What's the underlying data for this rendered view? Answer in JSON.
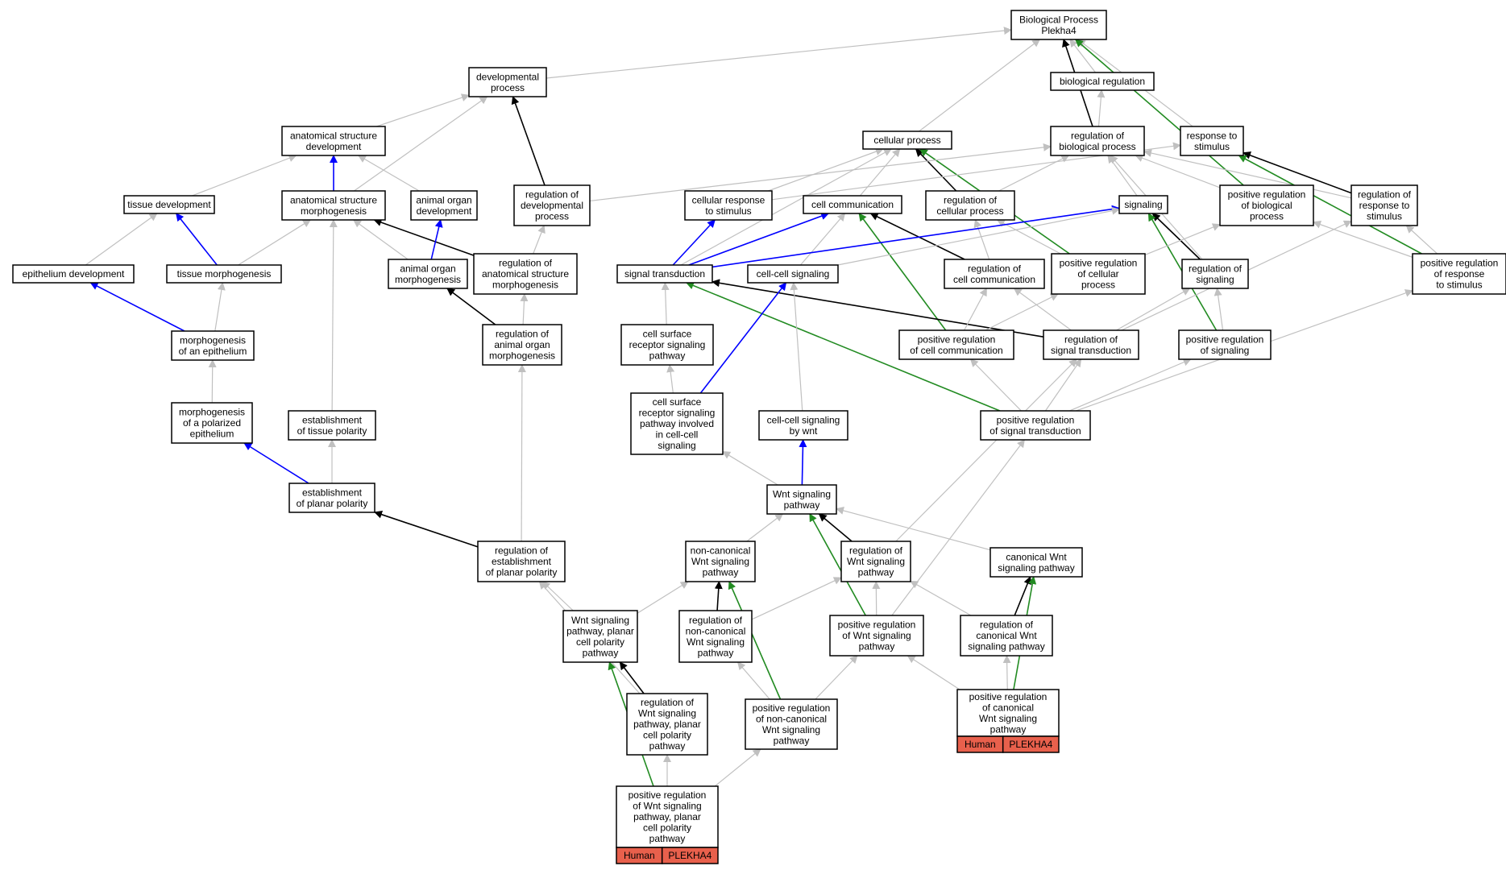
{
  "colors": {
    "gray": "#c0c0c0",
    "black": "#000000",
    "blue": "#0000ff",
    "green": "#228b22",
    "annotation": "#e8604c"
  },
  "nodes": [
    {
      "id": "bp",
      "lines": [
        "Biological Process",
        "Plekha4"
      ]
    },
    {
      "id": "devproc",
      "lines": [
        "developmental",
        "process"
      ]
    },
    {
      "id": "bioreg",
      "lines": [
        "biological regulation"
      ]
    },
    {
      "id": "asd",
      "lines": [
        "anatomical structure",
        "development"
      ]
    },
    {
      "id": "cellproc",
      "lines": [
        "cellular process"
      ]
    },
    {
      "id": "regbp",
      "lines": [
        "regulation of",
        "biological process"
      ]
    },
    {
      "id": "resp",
      "lines": [
        "response to",
        "stimulus"
      ]
    },
    {
      "id": "tisdev",
      "lines": [
        "tissue development"
      ]
    },
    {
      "id": "asm",
      "lines": [
        "anatomical structure",
        "morphogenesis"
      ]
    },
    {
      "id": "aod",
      "lines": [
        "animal organ",
        "development"
      ]
    },
    {
      "id": "regdev",
      "lines": [
        "regulation of",
        "developmental",
        "process"
      ]
    },
    {
      "id": "cellresp",
      "lines": [
        "cellular response",
        "to stimulus"
      ]
    },
    {
      "id": "cellcomm",
      "lines": [
        "cell communication"
      ]
    },
    {
      "id": "regcp",
      "lines": [
        "regulation of",
        "cellular process"
      ]
    },
    {
      "id": "signaling",
      "lines": [
        "signaling"
      ]
    },
    {
      "id": "posregbp",
      "lines": [
        "positive regulation",
        "of biological",
        "process"
      ]
    },
    {
      "id": "regresp",
      "lines": [
        "regulation of",
        "response to",
        "stimulus"
      ]
    },
    {
      "id": "epidev",
      "lines": [
        "epithelium development"
      ]
    },
    {
      "id": "tismorph",
      "lines": [
        "tissue morphogenesis"
      ]
    },
    {
      "id": "aom",
      "lines": [
        "animal organ",
        "morphogenesis"
      ]
    },
    {
      "id": "regasm",
      "lines": [
        "regulation of",
        "anatomical structure",
        "morphogenesis"
      ]
    },
    {
      "id": "sigtrans",
      "lines": [
        "signal transduction"
      ]
    },
    {
      "id": "ccsig",
      "lines": [
        "cell-cell signaling"
      ]
    },
    {
      "id": "regcc",
      "lines": [
        "regulation of",
        "cell communication"
      ]
    },
    {
      "id": "posregcp",
      "lines": [
        "positive regulation",
        "of cellular",
        "process"
      ]
    },
    {
      "id": "regsig",
      "lines": [
        "regulation of",
        "signaling"
      ]
    },
    {
      "id": "posregresp",
      "lines": [
        "positive regulation",
        "of response",
        "to stimulus"
      ]
    },
    {
      "id": "morphepi",
      "lines": [
        "morphogenesis",
        "of an epithelium"
      ]
    },
    {
      "id": "regaom",
      "lines": [
        "regulation of",
        "animal organ",
        "morphogenesis"
      ]
    },
    {
      "id": "csrsp",
      "lines": [
        "cell surface",
        "receptor signaling",
        "pathway"
      ]
    },
    {
      "id": "posregcc",
      "lines": [
        "positive regulation",
        "of cell communication"
      ]
    },
    {
      "id": "regst",
      "lines": [
        "regulation of",
        "signal transduction"
      ]
    },
    {
      "id": "posregsig",
      "lines": [
        "positive regulation",
        "of signaling"
      ]
    },
    {
      "id": "morphpol",
      "lines": [
        "morphogenesis",
        "of a polarized",
        "epithelium"
      ]
    },
    {
      "id": "esttis",
      "lines": [
        "establishment",
        "of tissue polarity"
      ]
    },
    {
      "id": "csrspcc",
      "lines": [
        "cell surface",
        "receptor signaling",
        "pathway involved",
        "in cell-cell",
        "signaling"
      ]
    },
    {
      "id": "ccwnt",
      "lines": [
        "cell-cell signaling",
        "by wnt"
      ]
    },
    {
      "id": "posregst",
      "lines": [
        "positive regulation",
        "of signal transduction"
      ]
    },
    {
      "id": "estplan",
      "lines": [
        "establishment",
        "of planar polarity"
      ]
    },
    {
      "id": "wnt",
      "lines": [
        "Wnt signaling",
        "pathway"
      ]
    },
    {
      "id": "regestplan",
      "lines": [
        "regulation of",
        "establishment",
        "of planar polarity"
      ]
    },
    {
      "id": "noncan",
      "lines": [
        "non-canonical",
        "Wnt signaling",
        "pathway"
      ]
    },
    {
      "id": "regwnt",
      "lines": [
        "regulation of",
        "Wnt signaling",
        "pathway"
      ]
    },
    {
      "id": "canwnt",
      "lines": [
        "canonical Wnt",
        "signaling pathway"
      ]
    },
    {
      "id": "wntpcp",
      "lines": [
        "Wnt signaling",
        "pathway, planar",
        "cell polarity",
        "pathway"
      ]
    },
    {
      "id": "regnoncan",
      "lines": [
        "regulation of",
        "non-canonical",
        "Wnt signaling",
        "pathway"
      ]
    },
    {
      "id": "posregwnt",
      "lines": [
        "positive regulation",
        "of Wnt signaling",
        "pathway"
      ]
    },
    {
      "id": "regcan",
      "lines": [
        "regulation of",
        "canonical Wnt",
        "signaling pathway"
      ]
    },
    {
      "id": "regwntpcp",
      "lines": [
        "regulation of",
        "Wnt signaling",
        "pathway, planar",
        "cell polarity",
        "pathway"
      ]
    },
    {
      "id": "posregnoncan",
      "lines": [
        "positive regulation",
        "of non-canonical",
        "Wnt signaling",
        "pathway"
      ]
    },
    {
      "id": "posregcan",
      "lines": [
        "positive regulation",
        "of canonical",
        "Wnt signaling",
        "pathway"
      ],
      "annotation": [
        "Human",
        "PLEKHA4"
      ]
    },
    {
      "id": "posregwntpcp",
      "lines": [
        "positive regulation",
        "of Wnt signaling",
        "pathway, planar",
        "cell polarity",
        "pathway"
      ],
      "annotation": [
        "Human",
        "PLEKHA4"
      ]
    }
  ],
  "edges": [
    [
      "devproc",
      "bp",
      "gray"
    ],
    [
      "bioreg",
      "bp",
      "gray"
    ],
    [
      "cellproc",
      "bp",
      "gray"
    ],
    [
      "regbp",
      "bp",
      "black"
    ],
    [
      "resp",
      "bp",
      "gray"
    ],
    [
      "posregbp",
      "bp",
      "green"
    ],
    [
      "asd",
      "devproc",
      "gray"
    ],
    [
      "asm",
      "devproc",
      "gray"
    ],
    [
      "regdev",
      "devproc",
      "black"
    ],
    [
      "regbp",
      "bioreg",
      "gray"
    ],
    [
      "tisdev",
      "asd",
      "gray"
    ],
    [
      "asm",
      "asd",
      "blue"
    ],
    [
      "aod",
      "asd",
      "gray"
    ],
    [
      "sigtrans",
      "cellproc",
      "gray"
    ],
    [
      "cellresp",
      "cellproc",
      "gray"
    ],
    [
      "cellcomm",
      "cellproc",
      "gray"
    ],
    [
      "regcp",
      "cellproc",
      "black"
    ],
    [
      "posregcp",
      "cellproc",
      "green"
    ],
    [
      "regdev",
      "regbp",
      "gray"
    ],
    [
      "regcp",
      "regbp",
      "gray"
    ],
    [
      "signaling",
      "regbp",
      "gray"
    ],
    [
      "posregbp",
      "regbp",
      "gray"
    ],
    [
      "regresp",
      "regbp",
      "gray"
    ],
    [
      "regsig",
      "regbp",
      "gray"
    ],
    [
      "cellresp",
      "resp",
      "gray"
    ],
    [
      "regresp",
      "resp",
      "black"
    ],
    [
      "posregresp",
      "resp",
      "green"
    ],
    [
      "epidev",
      "tisdev",
      "gray"
    ],
    [
      "tismorph",
      "tisdev",
      "blue"
    ],
    [
      "tismorph",
      "asm",
      "gray"
    ],
    [
      "aom",
      "asm",
      "gray"
    ],
    [
      "regasm",
      "asm",
      "black"
    ],
    [
      "esttis",
      "asm",
      "gray"
    ],
    [
      "aom",
      "aod",
      "blue"
    ],
    [
      "regasm",
      "regdev",
      "gray"
    ],
    [
      "sigtrans",
      "cellresp",
      "blue"
    ],
    [
      "sigtrans",
      "cellcomm",
      "blue"
    ],
    [
      "ccsig",
      "cellcomm",
      "gray"
    ],
    [
      "regcc",
      "cellcomm",
      "black"
    ],
    [
      "posregcc",
      "cellcomm",
      "green"
    ],
    [
      "regcc",
      "regcp",
      "gray"
    ],
    [
      "posregcp",
      "regcp",
      "gray"
    ],
    [
      "sigtrans",
      "signaling",
      "blue"
    ],
    [
      "ccsig",
      "signaling",
      "gray"
    ],
    [
      "regsig",
      "signaling",
      "black"
    ],
    [
      "posregsig",
      "signaling",
      "green"
    ],
    [
      "posregcp",
      "posregbp",
      "gray"
    ],
    [
      "posregresp",
      "posregbp",
      "gray"
    ],
    [
      "posregresp",
      "regresp",
      "gray"
    ],
    [
      "regst",
      "regresp",
      "gray"
    ],
    [
      "morphepi",
      "epidev",
      "blue"
    ],
    [
      "morphepi",
      "tismorph",
      "gray"
    ],
    [
      "regaom",
      "aom",
      "black"
    ],
    [
      "regaom",
      "regasm",
      "gray"
    ],
    [
      "csrsp",
      "sigtrans",
      "gray"
    ],
    [
      "regst",
      "sigtrans",
      "black"
    ],
    [
      "posregst",
      "sigtrans",
      "green"
    ],
    [
      "csrspcc",
      "ccsig",
      "blue"
    ],
    [
      "ccwnt",
      "ccsig",
      "gray"
    ],
    [
      "posregcc",
      "regcc",
      "gray"
    ],
    [
      "regst",
      "regcc",
      "gray"
    ],
    [
      "posregcc",
      "posregcp",
      "gray"
    ],
    [
      "regst",
      "regsig",
      "gray"
    ],
    [
      "posregsig",
      "regsig",
      "gray"
    ],
    [
      "posregst",
      "posregresp",
      "gray"
    ],
    [
      "morphpol",
      "morphepi",
      "gray"
    ],
    [
      "regestplan",
      "regaom",
      "gray"
    ],
    [
      "csrspcc",
      "csrsp",
      "gray"
    ],
    [
      "posregst",
      "posregcc",
      "gray"
    ],
    [
      "posregst",
      "regst",
      "gray"
    ],
    [
      "posregst",
      "posregsig",
      "gray"
    ],
    [
      "estplan",
      "morphpol",
      "blue"
    ],
    [
      "estplan",
      "esttis",
      "gray"
    ],
    [
      "wnt",
      "csrspcc",
      "gray"
    ],
    [
      "wnt",
      "ccwnt",
      "blue"
    ],
    [
      "regwnt",
      "regst",
      "gray"
    ],
    [
      "posregwnt",
      "posregst",
      "gray"
    ],
    [
      "regestplan",
      "estplan",
      "black"
    ],
    [
      "noncan",
      "wnt",
      "gray"
    ],
    [
      "regwnt",
      "wnt",
      "black"
    ],
    [
      "canwnt",
      "wnt",
      "gray"
    ],
    [
      "posregwnt",
      "wnt",
      "green"
    ],
    [
      "wntpcp",
      "regestplan",
      "gray"
    ],
    [
      "regwntpcp",
      "regestplan",
      "gray"
    ],
    [
      "wntpcp",
      "noncan",
      "gray"
    ],
    [
      "regnoncan",
      "noncan",
      "black"
    ],
    [
      "posregnoncan",
      "noncan",
      "green"
    ],
    [
      "regnoncan",
      "regwnt",
      "gray"
    ],
    [
      "posregwnt",
      "regwnt",
      "gray"
    ],
    [
      "regcan",
      "regwnt",
      "gray"
    ],
    [
      "regcan",
      "canwnt",
      "black"
    ],
    [
      "posregcan",
      "canwnt",
      "green"
    ],
    [
      "regwntpcp",
      "wntpcp",
      "black"
    ],
    [
      "posregwntpcp",
      "wntpcp",
      "green"
    ],
    [
      "posregnoncan",
      "regnoncan",
      "gray"
    ],
    [
      "posregnoncan",
      "posregwnt",
      "gray"
    ],
    [
      "posregcan",
      "posregwnt",
      "gray"
    ],
    [
      "posregcan",
      "regcan",
      "gray"
    ],
    [
      "posregwntpcp",
      "regwntpcp",
      "gray"
    ],
    [
      "posregwntpcp",
      "posregnoncan",
      "gray"
    ]
  ]
}
